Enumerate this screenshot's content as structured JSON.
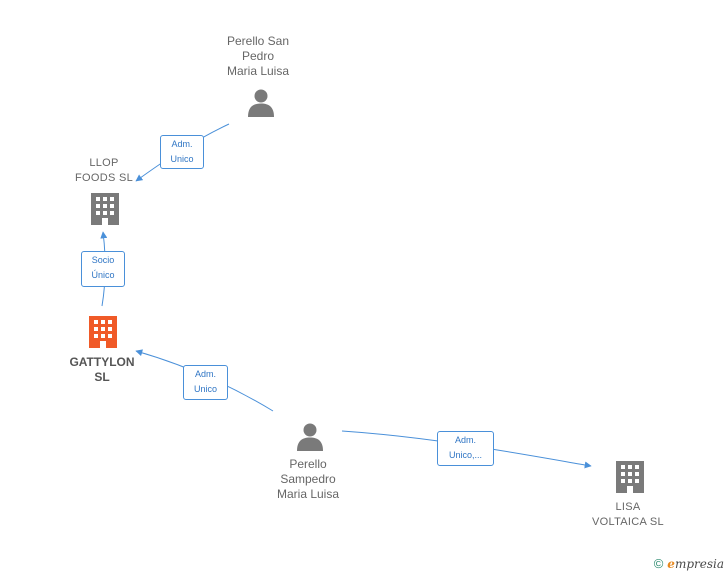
{
  "nodes": {
    "perello_san_pedro": {
      "lines": [
        "Perello San",
        "Pedro",
        "Maria Luisa"
      ],
      "kind": "person-icon"
    },
    "llop_foods": {
      "lines": [
        "LLOP",
        "FOODS  SL"
      ],
      "kind": "building-icon"
    },
    "gattylon": {
      "lines": [
        "GATTYLON",
        "SL"
      ],
      "kind": "building-icon"
    },
    "perello_sampedro": {
      "lines": [
        "Perello",
        "Sampedro",
        "Maria Luisa"
      ],
      "kind": "person-icon"
    },
    "lisa_voltaica": {
      "lines": [
        "LISA",
        "VOLTAICA  SL"
      ],
      "kind": "building-icon"
    }
  },
  "edges": {
    "e1": {
      "lines": [
        "Adm.",
        "Unico"
      ]
    },
    "e2": {
      "lines": [
        "Socio",
        "Único"
      ]
    },
    "e3": {
      "lines": [
        "Adm.",
        "Unico"
      ]
    },
    "e4": {
      "lines": [
        "Adm.",
        "Unico,..."
      ]
    }
  },
  "brand": {
    "copyright": "©",
    "initial": "e",
    "rest": "mpresia"
  },
  "colors": {
    "edge": "#4a90d9",
    "node": "#7a7a7a",
    "focus": "#f05a28",
    "label": "#666666"
  }
}
